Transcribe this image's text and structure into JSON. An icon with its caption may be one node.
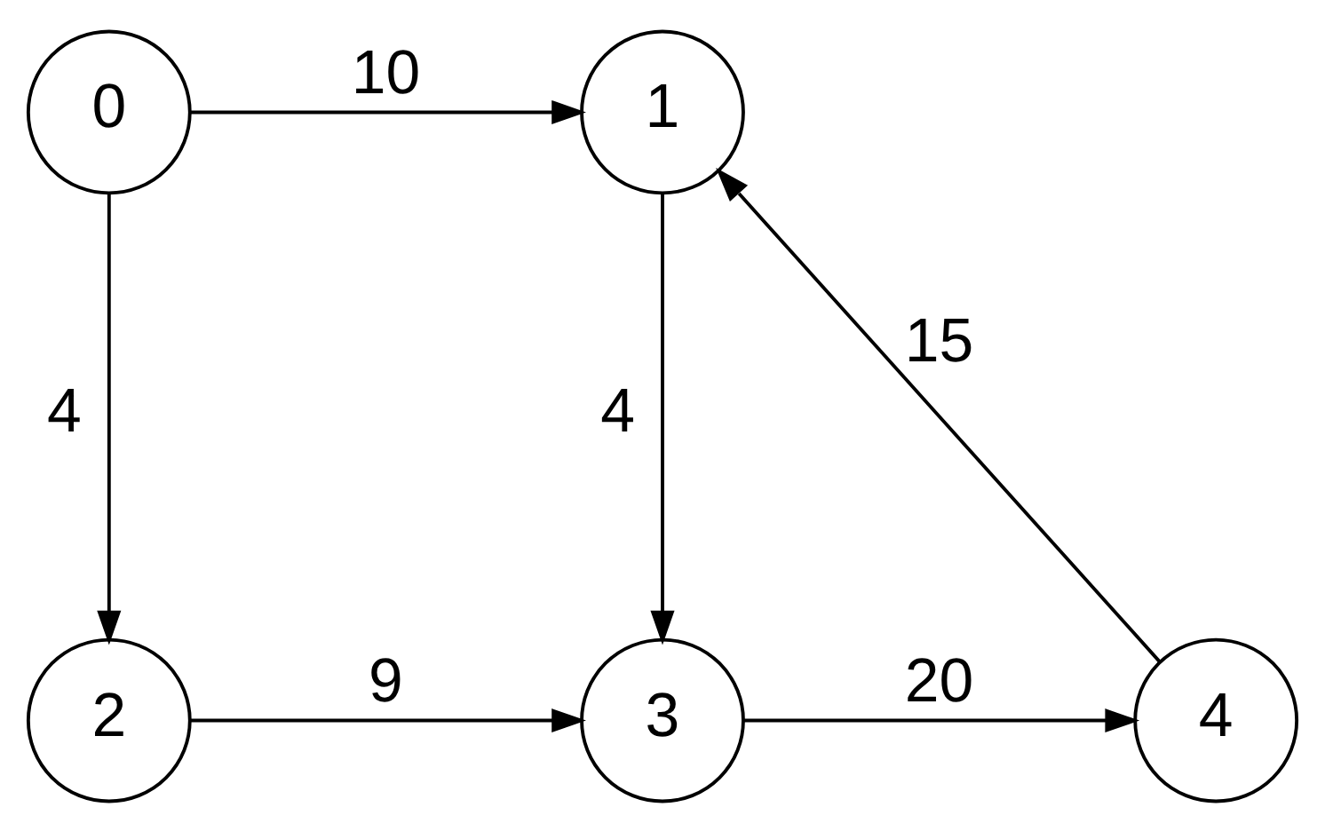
{
  "diagram": {
    "nodes": [
      {
        "text": [
          "0"
        ]
      },
      {
        "text": [
          "1"
        ]
      },
      {
        "text": [
          "2"
        ]
      },
      {
        "text": [
          "3"
        ]
      },
      {
        "text": [
          "4"
        ]
      }
    ],
    "edges": [
      {
        "from": 0,
        "to": 1,
        "arrow": "to",
        "label": "10"
      },
      {
        "from": 4,
        "to": 1,
        "arrow": "to",
        "label": "15"
      },
      {
        "from": 0,
        "to": 2,
        "arrow": "to",
        "label": "4"
      },
      {
        "from": 1,
        "to": 3,
        "arrow": "to",
        "label": "4"
      },
      {
        "from": 2,
        "to": 3,
        "arrow": "to",
        "label": "9"
      },
      {
        "from": 3,
        "to": 4,
        "arrow": "to",
        "label": "20"
      }
    ]
  }
}
